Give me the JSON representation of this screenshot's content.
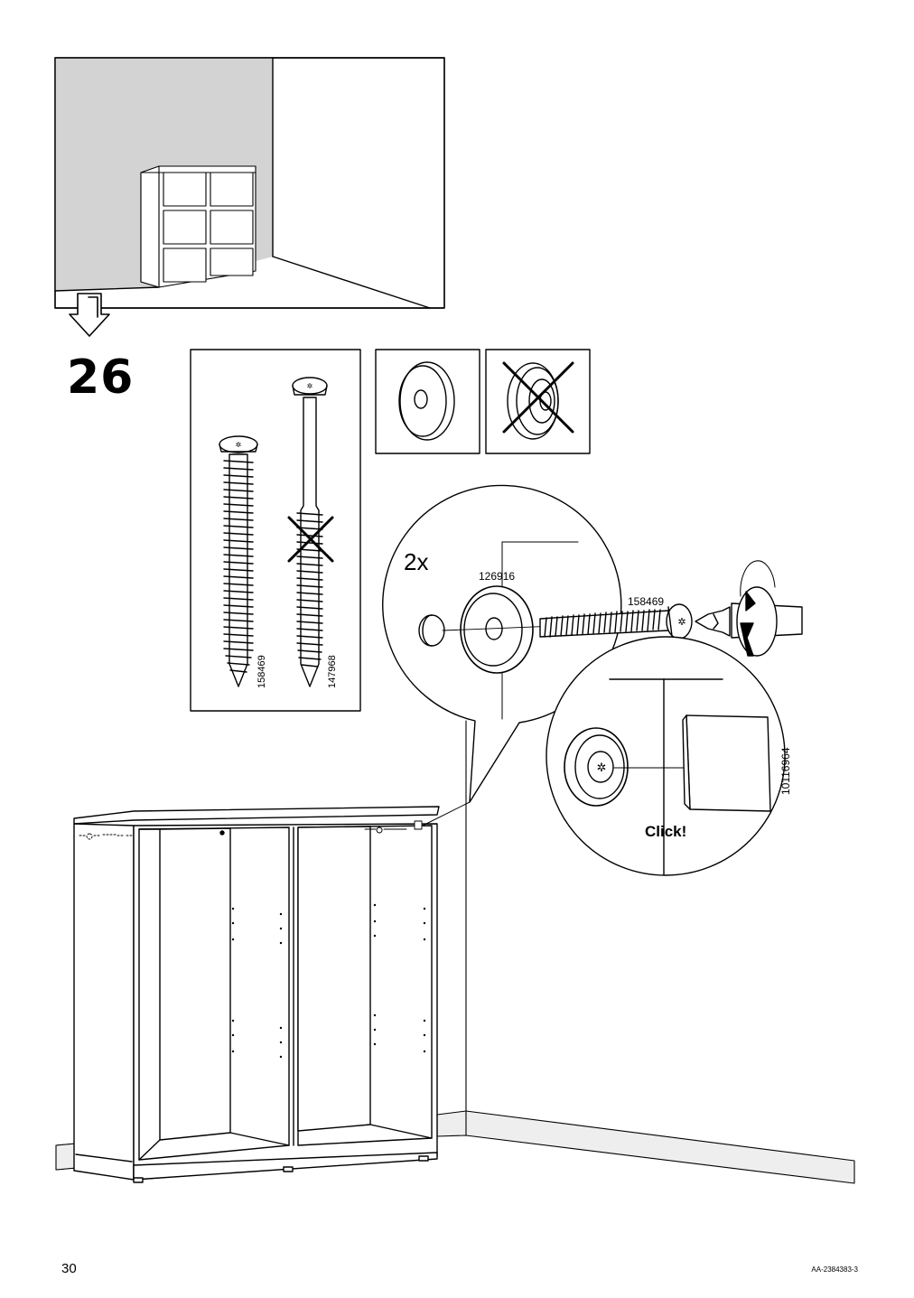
{
  "step_number": "26",
  "page_number": "30",
  "document_code": "AA-2384383-3",
  "parts": {
    "screw_correct": "158469",
    "screw_wrong": "147968",
    "spacer": "126916",
    "screw_detail": "158469",
    "cover_cap": "10116964"
  },
  "quantity": "2x",
  "click_label": "Click!",
  "icons": [
    "arrow-down-icon",
    "forbidden-cross-icon",
    "rotate-clockwise-icon",
    "screwdriver-icon"
  ]
}
